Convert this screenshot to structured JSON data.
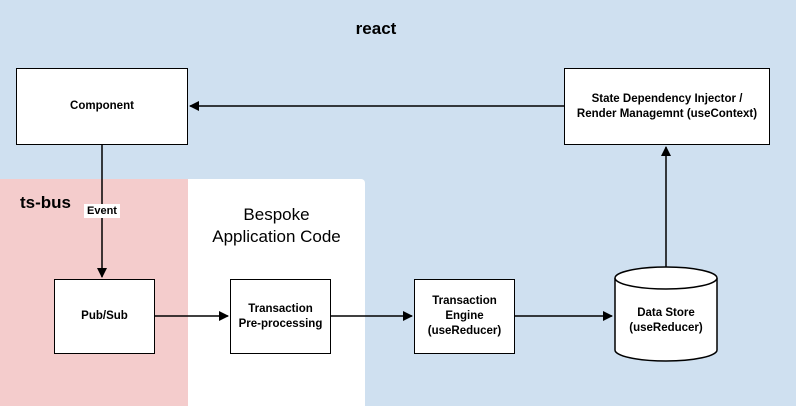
{
  "regions": {
    "react": {
      "title": "react",
      "color": "#cfe0f0"
    },
    "tsbus": {
      "title": "ts-bus",
      "color": "#f4cccc"
    },
    "bespoke": {
      "title": "Bespoke\nApplication Code",
      "color": "#ffffff"
    }
  },
  "nodes": {
    "component": "Component",
    "injector": "State Dependency Injector /\nRender Managemnt (useContext)",
    "pubsub": "Pub/Sub",
    "preprocessing": "Transaction\nPre-processing",
    "engine": "Transaction\nEngine\n(useReducer)",
    "datastore": "Data Store\n(useReducer)"
  },
  "edges": [
    {
      "from": "component",
      "to": "pubsub",
      "label": "Event"
    },
    {
      "from": "pubsub",
      "to": "preprocessing",
      "label": ""
    },
    {
      "from": "preprocessing",
      "to": "engine",
      "label": ""
    },
    {
      "from": "engine",
      "to": "datastore",
      "label": ""
    },
    {
      "from": "datastore",
      "to": "injector",
      "label": ""
    },
    {
      "from": "injector",
      "to": "component",
      "label": ""
    }
  ]
}
